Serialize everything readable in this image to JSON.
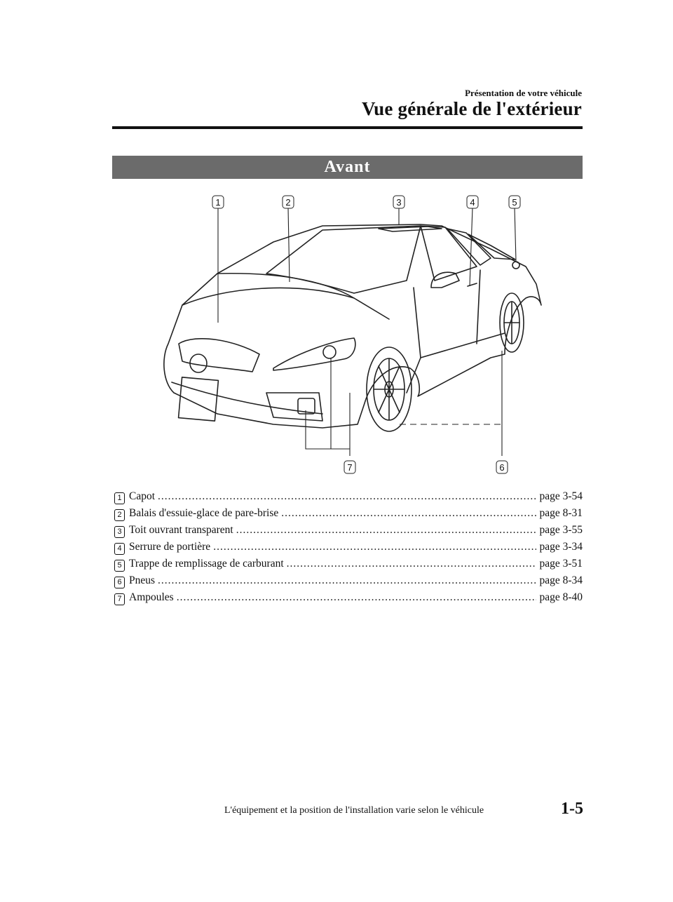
{
  "header": {
    "subtitle": "Présentation de votre véhicule",
    "title": "Vue générale de l'extérieur"
  },
  "section": {
    "title": "Avant"
  },
  "figure": {
    "callouts": [
      "1",
      "2",
      "3",
      "4",
      "5",
      "6",
      "7"
    ]
  },
  "index": {
    "items": [
      {
        "num": "1",
        "label": "Capot",
        "page": "page 3-54"
      },
      {
        "num": "2",
        "label": "Balais d'essuie-glace de pare-brise",
        "page": "page 8-31"
      },
      {
        "num": "3",
        "label": "Toit ouvrant transparent",
        "page": "page 3-55"
      },
      {
        "num": "4",
        "label": "Serrure de portière",
        "page": "page 3-34"
      },
      {
        "num": "5",
        "label": "Trappe de remplissage de carburant",
        "page": "page 3-51"
      },
      {
        "num": "6",
        "label": "Pneus",
        "page": "page 8-34"
      },
      {
        "num": "7",
        "label": "Ampoules",
        "page": "page 8-40"
      }
    ]
  },
  "footer": {
    "note": "L'équipement et la position de l'installation varie selon le véhicule",
    "page_number": "1-5"
  }
}
